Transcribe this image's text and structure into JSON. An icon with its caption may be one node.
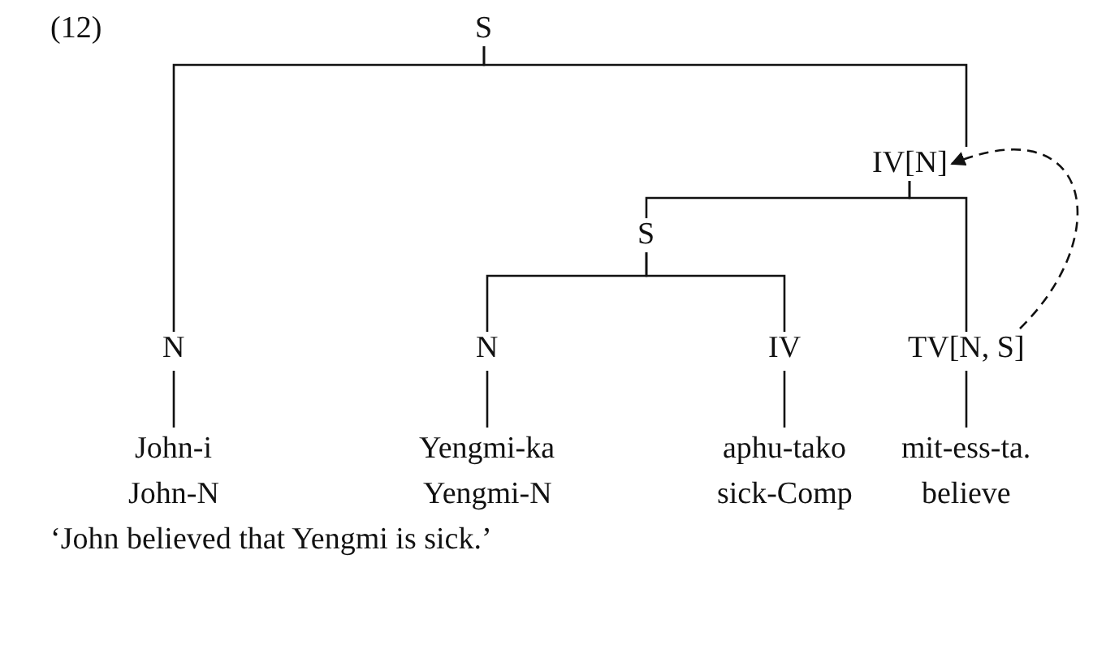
{
  "diagram": {
    "caption": "‘John believed that Yengmi is sick.’",
    "nodes": [
      {
        "text": [
          "S"
        ]
      },
      {
        "text": [
          "IV[N]"
        ]
      },
      {
        "text": [
          "S"
        ]
      },
      {
        "text": [
          "N"
        ]
      },
      {
        "text": [
          "N"
        ]
      },
      {
        "text": [
          "IV"
        ]
      },
      {
        "text": [
          "TV[N, S]"
        ]
      },
      {
        "text": [
          "John-i"
        ]
      },
      {
        "text": [
          "Yengmi-ka"
        ]
      },
      {
        "text": [
          "aphu-tako"
        ]
      },
      {
        "text": [
          "mit-ess-ta."
        ]
      }
    ],
    "edges": [
      {
        "from": 0,
        "to": 3,
        "arrow": "none"
      },
      {
        "from": 0,
        "to": 1,
        "arrow": "none"
      },
      {
        "from": 1,
        "to": 2,
        "arrow": "none"
      },
      {
        "from": 1,
        "to": 6,
        "arrow": "none"
      },
      {
        "from": 2,
        "to": 4,
        "arrow": "none"
      },
      {
        "from": 2,
        "to": 5,
        "arrow": "none"
      },
      {
        "from": 3,
        "to": 7,
        "arrow": "none"
      },
      {
        "from": 4,
        "to": 8,
        "arrow": "none"
      },
      {
        "from": 5,
        "to": 9,
        "arrow": "none"
      },
      {
        "from": 6,
        "to": 10,
        "arrow": "none"
      },
      {
        "from": 6,
        "to": 1,
        "arrow": "to",
        "style": "dashed"
      }
    ],
    "labels": [
      "(12)",
      "John-N",
      "Yengmi-N",
      "sick-Comp",
      "believe"
    ]
  }
}
